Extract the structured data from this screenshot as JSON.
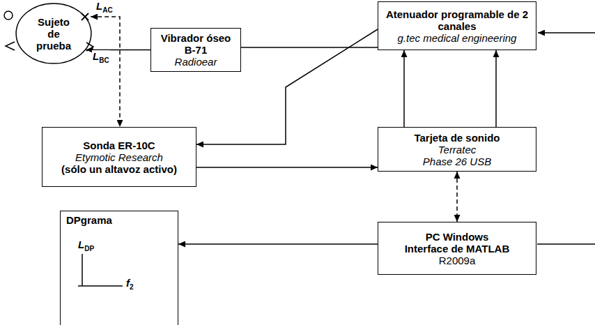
{
  "diagram": {
    "nodes": [
      {
        "text": [
          "Sujeto de prueba"
        ]
      },
      {
        "text": [
          "Vibrador óseo",
          "B-71",
          "Radioear"
        ]
      },
      {
        "text": [
          "Atenuador programable de 2 canales",
          "g.tec medical engineering"
        ]
      },
      {
        "text": [
          "Sonda ER-10C",
          "Etymotic Research",
          "(sólo un altavoz activo)"
        ]
      },
      {
        "text": [
          "Tarjeta de sonido",
          "Terratec",
          "Phase 26 USB"
        ]
      },
      {
        "text": [
          "DPgrama"
        ]
      },
      {
        "text": [
          "PC Windows",
          "Interface de MATLAB",
          "R2009a"
        ]
      }
    ],
    "edges": [
      {
        "from": 1,
        "to": 0,
        "arrow": "to"
      },
      {
        "from": 2,
        "to": 1,
        "arrow": "none"
      },
      {
        "from": 2,
        "to": 3,
        "arrow": "to"
      },
      {
        "from": 3,
        "to": 4,
        "arrow": "to"
      },
      {
        "from": 4,
        "to": 2,
        "arrow": "to"
      },
      {
        "from": 4,
        "to": 2,
        "arrow": "to"
      },
      {
        "from": 4,
        "to": 6,
        "arrow": "both"
      },
      {
        "from": 6,
        "to": 5,
        "arrow": "to"
      },
      {
        "from": 0,
        "to": 3,
        "arrow": "both"
      }
    ],
    "labels": [
      "L",
      "AC",
      "L",
      "BC",
      "L",
      "DP",
      "f",
      "2"
    ]
  }
}
